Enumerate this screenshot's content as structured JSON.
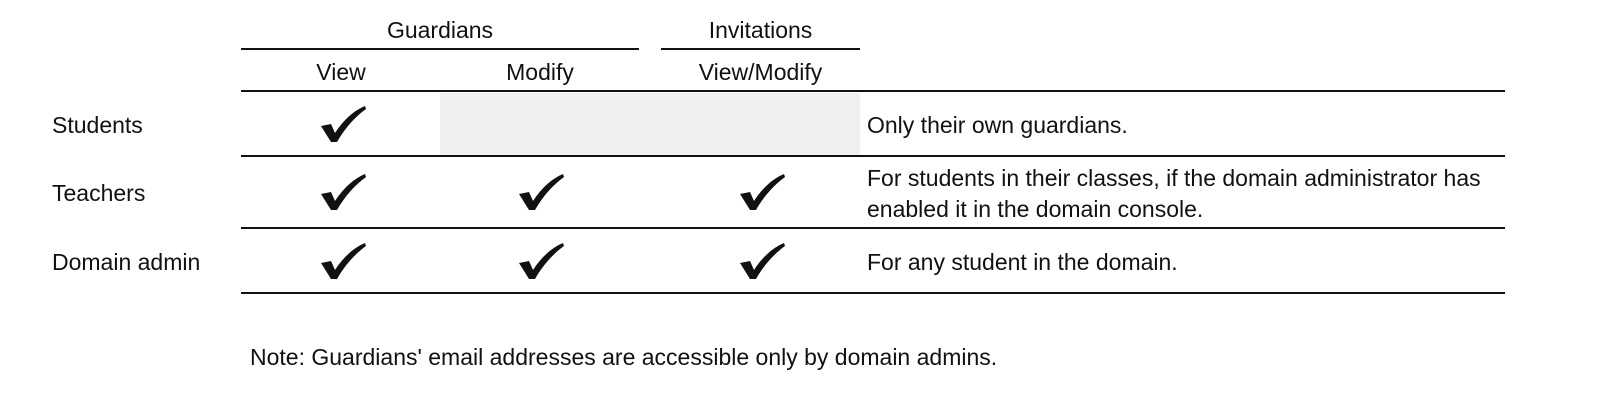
{
  "table": {
    "groups": [
      {
        "label": "Guardians"
      },
      {
        "label": "Invitations"
      }
    ],
    "columns": [
      {
        "label": "View"
      },
      {
        "label": "Modify"
      },
      {
        "label": "View/Modify"
      }
    ],
    "rows": [
      {
        "label": "Students",
        "checks": [
          true,
          false,
          false
        ],
        "description": "Only their own guardians."
      },
      {
        "label": "Teachers",
        "checks": [
          true,
          true,
          true
        ],
        "description": "For students in their classes, if the domain administrator has enabled it in the domain console."
      },
      {
        "label": "Domain admin",
        "checks": [
          true,
          true,
          true
        ],
        "description": "For any student in the domain."
      }
    ]
  },
  "note": "Note: Guardians' email addresses are accessible only by domain admins.",
  "icons": {
    "check": "check-mark-icon"
  },
  "colors": {
    "text": "#111111",
    "rule": "#111111",
    "unavailable_cell": "#efefef"
  }
}
